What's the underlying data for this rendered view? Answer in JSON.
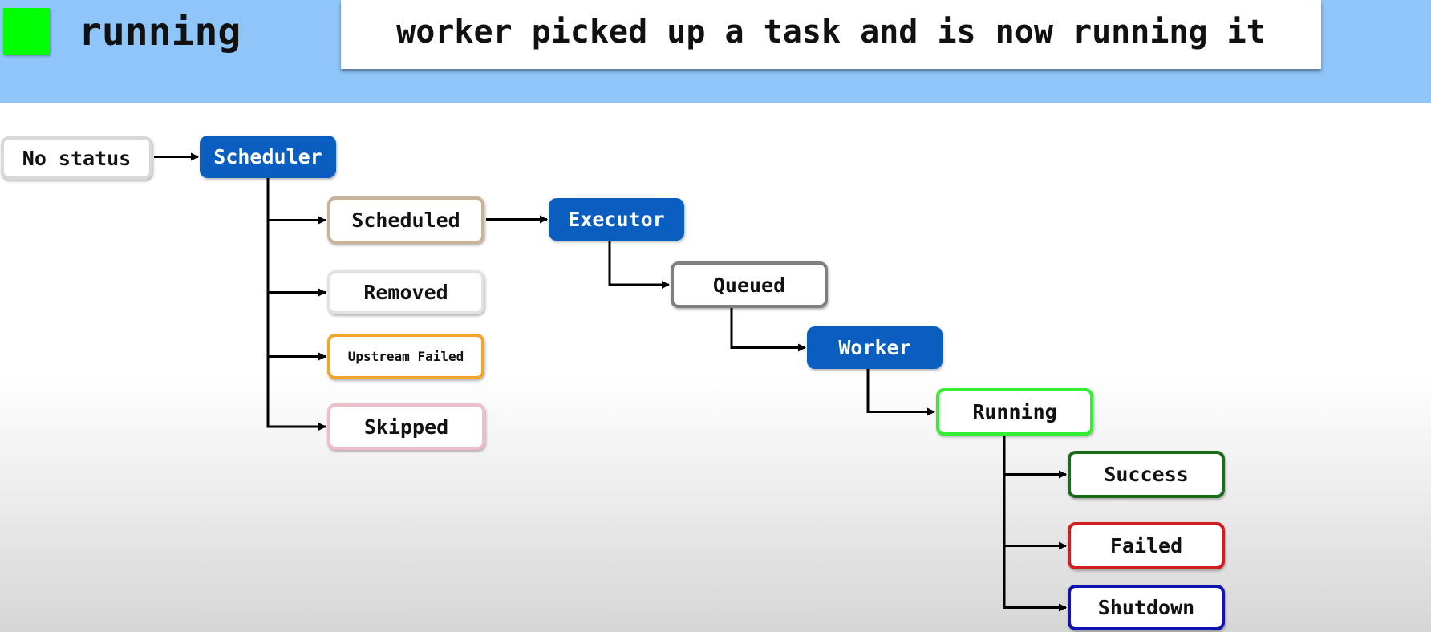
{
  "header": {
    "title": "running",
    "description": "worker picked up a task and is now running it",
    "swatch_color": "#00ff00",
    "background_color": "#8fc6fa"
  },
  "diagram": {
    "nodes": {
      "no_status": {
        "label": "No status",
        "border_color": "#d8d8d8"
      },
      "scheduler": {
        "label": "Scheduler",
        "fill_color": "#0a5ec0"
      },
      "scheduled": {
        "label": "Scheduled",
        "border_color": "#c9b49a"
      },
      "removed": {
        "label": "Removed",
        "border_color": "#e2e2e2"
      },
      "upstream_failed": {
        "label": "Upstream Failed",
        "border_color": "#f2a52a"
      },
      "skipped": {
        "label": "Skipped",
        "border_color": "#f0bcc8"
      },
      "executor": {
        "label": "Executor",
        "fill_color": "#0a5ec0"
      },
      "queued": {
        "label": "Queued",
        "border_color": "#7f7f7f"
      },
      "worker": {
        "label": "Worker",
        "fill_color": "#0a5ec0"
      },
      "running": {
        "label": "Running",
        "border_color": "#33ee33"
      },
      "success": {
        "label": "Success",
        "border_color": "#1a6b1a"
      },
      "failed": {
        "label": "Failed",
        "border_color": "#d01e1e"
      },
      "shutdown": {
        "label": "Shutdown",
        "border_color": "#1212b0"
      }
    },
    "edges": [
      [
        "no_status",
        "scheduler"
      ],
      [
        "scheduler",
        "scheduled"
      ],
      [
        "scheduler",
        "removed"
      ],
      [
        "scheduler",
        "upstream_failed"
      ],
      [
        "scheduler",
        "skipped"
      ],
      [
        "scheduled",
        "executor"
      ],
      [
        "executor",
        "queued"
      ],
      [
        "queued",
        "worker"
      ],
      [
        "worker",
        "running"
      ],
      [
        "running",
        "success"
      ],
      [
        "running",
        "failed"
      ],
      [
        "running",
        "shutdown"
      ]
    ]
  }
}
